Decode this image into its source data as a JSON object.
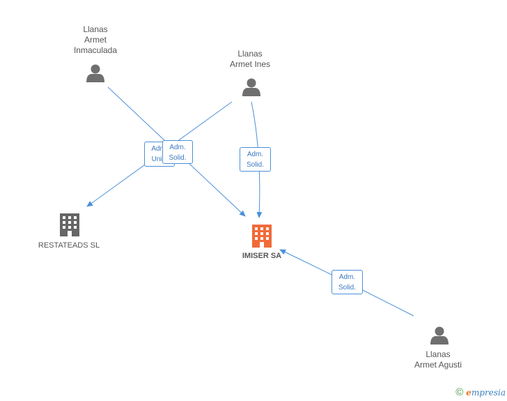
{
  "people": [
    {
      "id": "inmaculada",
      "lines": [
        "Llanas",
        "Armet",
        "Inmaculada"
      ]
    },
    {
      "id": "ines",
      "lines": [
        "Llanas",
        "Armet Ines"
      ]
    },
    {
      "id": "agusti",
      "lines": [
        "Llanas",
        "Armet Agusti"
      ]
    }
  ],
  "companies": [
    {
      "id": "restateads",
      "name": "RESTATEADS SL",
      "color": "#666666"
    },
    {
      "id": "imiser",
      "name": "IMISER SA",
      "color": "#f26a3a"
    }
  ],
  "edges": [
    {
      "id": "e1",
      "lines": [
        "Adm.",
        "Unic."
      ]
    },
    {
      "id": "e2",
      "lines": [
        "Adm.",
        "Solid."
      ]
    },
    {
      "id": "e3",
      "lines": [
        "Adm.",
        "Solid."
      ]
    },
    {
      "id": "e4",
      "lines": [
        "Adm.",
        "Solid."
      ]
    }
  ],
  "colors": {
    "edge": "#4a90d9",
    "person": "#6f6f6f"
  },
  "brand": {
    "copyright": "©",
    "name_first": "e",
    "name_rest": "mpresia"
  }
}
